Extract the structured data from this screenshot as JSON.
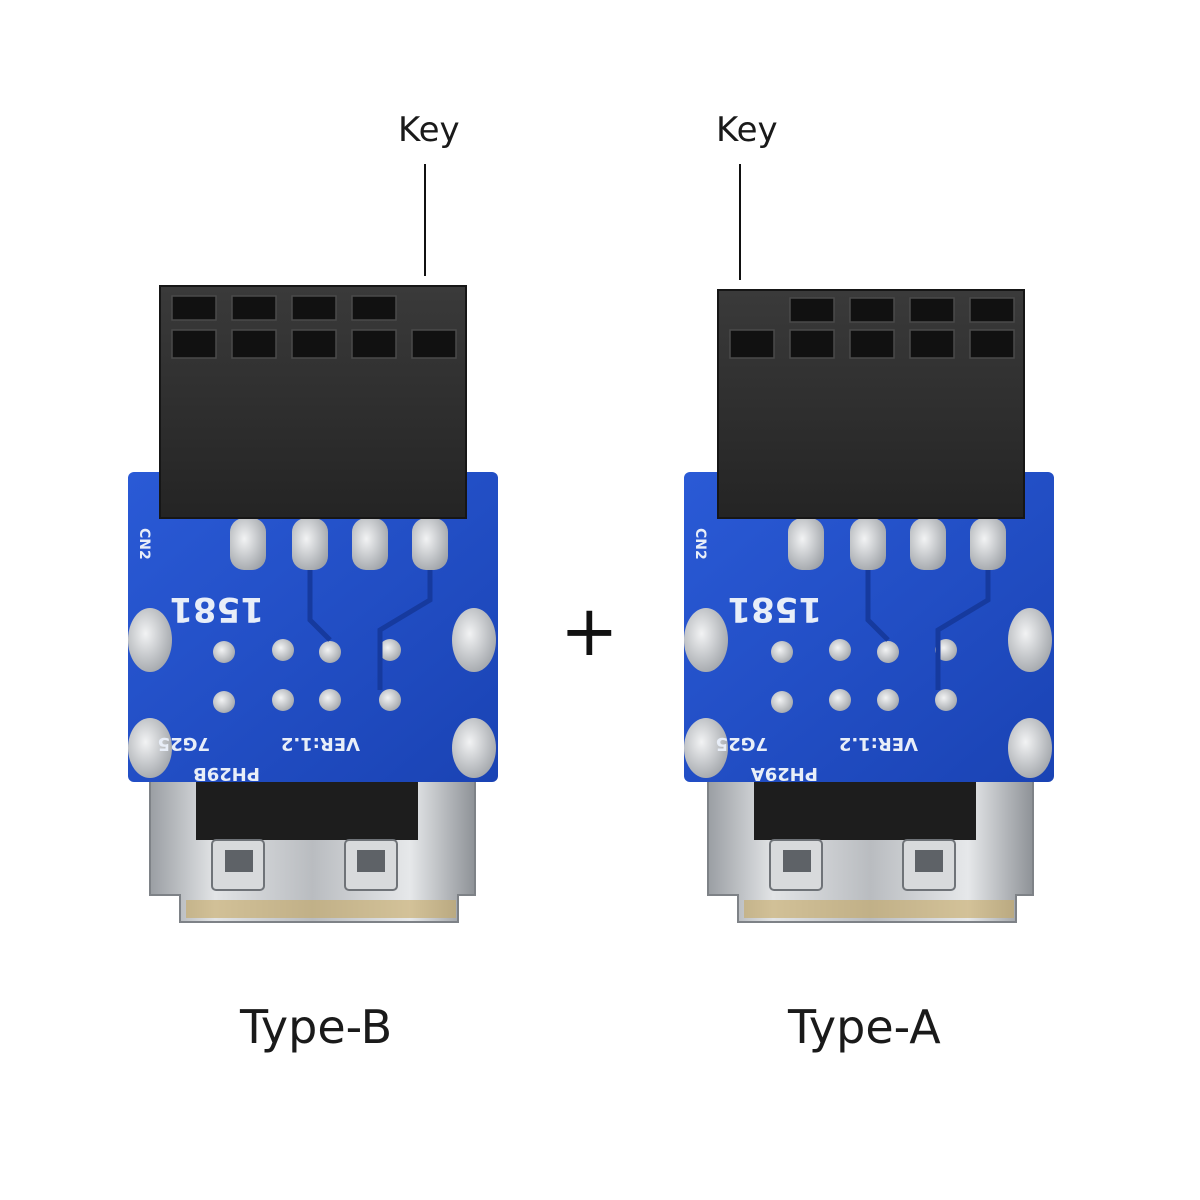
{
  "annotations": {
    "key_left": "Key",
    "key_right": "Key",
    "plus": "+",
    "type_left": "Type-B",
    "type_right": "Type-A"
  },
  "boards": [
    {
      "id": "left",
      "silkscreen": {
        "cn": "CN2",
        "code": "1581",
        "version": "VER:1.2",
        "date": "7G25",
        "model": "PH29B"
      },
      "pcb_color": "#1f4fc8"
    },
    {
      "id": "right",
      "silkscreen": {
        "cn": "CN2",
        "code": "1581",
        "version": "VER:1.2",
        "date": "7G25",
        "model": "PH29A"
      },
      "pcb_color": "#1f4fc8"
    }
  ],
  "colors": {
    "header_black": "#2b2b2b",
    "metal_shell": "#c9cbce",
    "pad_silver": "#d6d8db"
  }
}
